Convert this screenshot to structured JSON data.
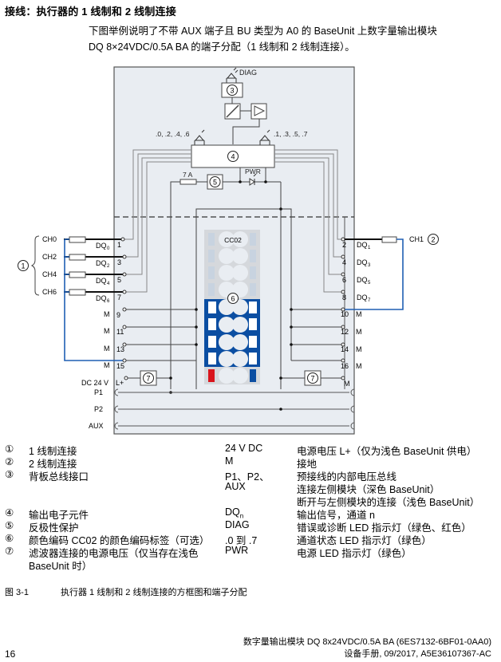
{
  "heading": "接线：执行器的 1 线制和 2 线制连接",
  "intro": {
    "line1": "下图举例说明了不带 AUX 端子且 BU 类型为 A0 的 BaseUnit 上数字量输出模块",
    "line2": "DQ 8×24VDC/0.5A BA 的端子分配（1 线制和 2 线制连接）。"
  },
  "diagram": {
    "diag_label": "DIAG",
    "callout_3": "3",
    "callout_4": "4",
    "callout_5": "5",
    "callout_6": "6",
    "callout_7": "7",
    "callout_1": "1",
    "callout_2": "2",
    "leds_even": ".0, .2, .4, .6",
    "leds_odd": ".1, .3, .5, .7",
    "fuse_label": "7 A",
    "pwr_label": "PWR",
    "cc_label": "CC02",
    "left_channels": [
      "CH0",
      "CH2",
      "CH4",
      "CH6"
    ],
    "right_channel": "CH1",
    "left_dq": [
      {
        "base": "DQ",
        "sub": "0",
        "term": "1"
      },
      {
        "base": "DQ",
        "sub": "2",
        "term": "3"
      },
      {
        "base": "DQ",
        "sub": "4",
        "term": "5"
      },
      {
        "base": "DQ",
        "sub": "6",
        "term": "7"
      }
    ],
    "right_dq": [
      {
        "base": "DQ",
        "sub": "1",
        "term": "2"
      },
      {
        "base": "DQ",
        "sub": "3",
        "term": "4"
      },
      {
        "base": "DQ",
        "sub": "5",
        "term": "6"
      },
      {
        "base": "DQ",
        "sub": "7",
        "term": "8"
      }
    ],
    "left_m": [
      {
        "label": "M",
        "term": "9"
      },
      {
        "label": "M",
        "term": "11"
      },
      {
        "label": "M",
        "term": "13"
      },
      {
        "label": "M",
        "term": "15"
      }
    ],
    "right_m": [
      {
        "label": "M",
        "term": "10"
      },
      {
        "label": "M",
        "term": "12"
      },
      {
        "label": "M",
        "term": "14"
      },
      {
        "label": "M",
        "term": "16"
      }
    ],
    "dc24v": "DC 24 V",
    "lplus": "L+",
    "right_m_supply": "M",
    "bus": [
      "P1",
      "P2",
      "AUX"
    ],
    "colors": {
      "panel": "#e9edf2",
      "wire_blue": "#1f5fb4",
      "cc_blue": "#0b4ea2",
      "cc_red": "#d9141c",
      "cc_gray": "#d5d8dc"
    }
  },
  "legend": {
    "items": [
      {
        "num": "①",
        "text": "1 线制连接",
        "term": "24 V DC",
        "desc": "电源电压 L+（仅为浅色 BaseUnit 供电）"
      },
      {
        "num": "②",
        "text": "2 线制连接",
        "term": "M",
        "desc": "接地"
      },
      {
        "num": "③",
        "text": "背板总线接口",
        "term": "P1、P2、",
        "desc": "预接线的内部电压总线"
      },
      {
        "num": "",
        "text": "",
        "term": "AUX",
        "desc": "连接左侧模块（深色 BaseUnit）"
      },
      {
        "num": "",
        "text": "",
        "term": "",
        "desc": "断开与左侧模块的连接（浅色 BaseUnit）"
      },
      {
        "num": "④",
        "text": "输出电子元件",
        "term": "DQn",
        "desc": "输出信号，通道 n"
      },
      {
        "num": "⑤",
        "text": "反极性保护",
        "term": "DIAG",
        "desc": "错误或诊断 LED 指示灯（绿色、红色）"
      },
      {
        "num": "⑥",
        "text": "颜色编码 CC02 的颜色编码标签（可选）",
        "term": ".0 到 .7",
        "desc": "通道状态 LED 指示灯（绿色）"
      },
      {
        "num": "⑦",
        "text": "滤波器连接的电源电压（仅当存在浅色",
        "term": "PWR",
        "desc": "电源 LED 指示灯（绿色）"
      },
      {
        "num": "",
        "text": "BaseUnit 时）",
        "term": "",
        "desc": ""
      }
    ]
  },
  "caption": {
    "number": "图 3-1",
    "text": "执行器 1 线制和 2 线制连接的方框图和端子分配"
  },
  "footer": {
    "line1": "数字量输出模块 DQ 8x24VDC/0.5A BA (6ES7132-6BF01-0AA0)",
    "line2": "设备手册, 09/2017, A5E36107367-AC",
    "page": "16"
  }
}
